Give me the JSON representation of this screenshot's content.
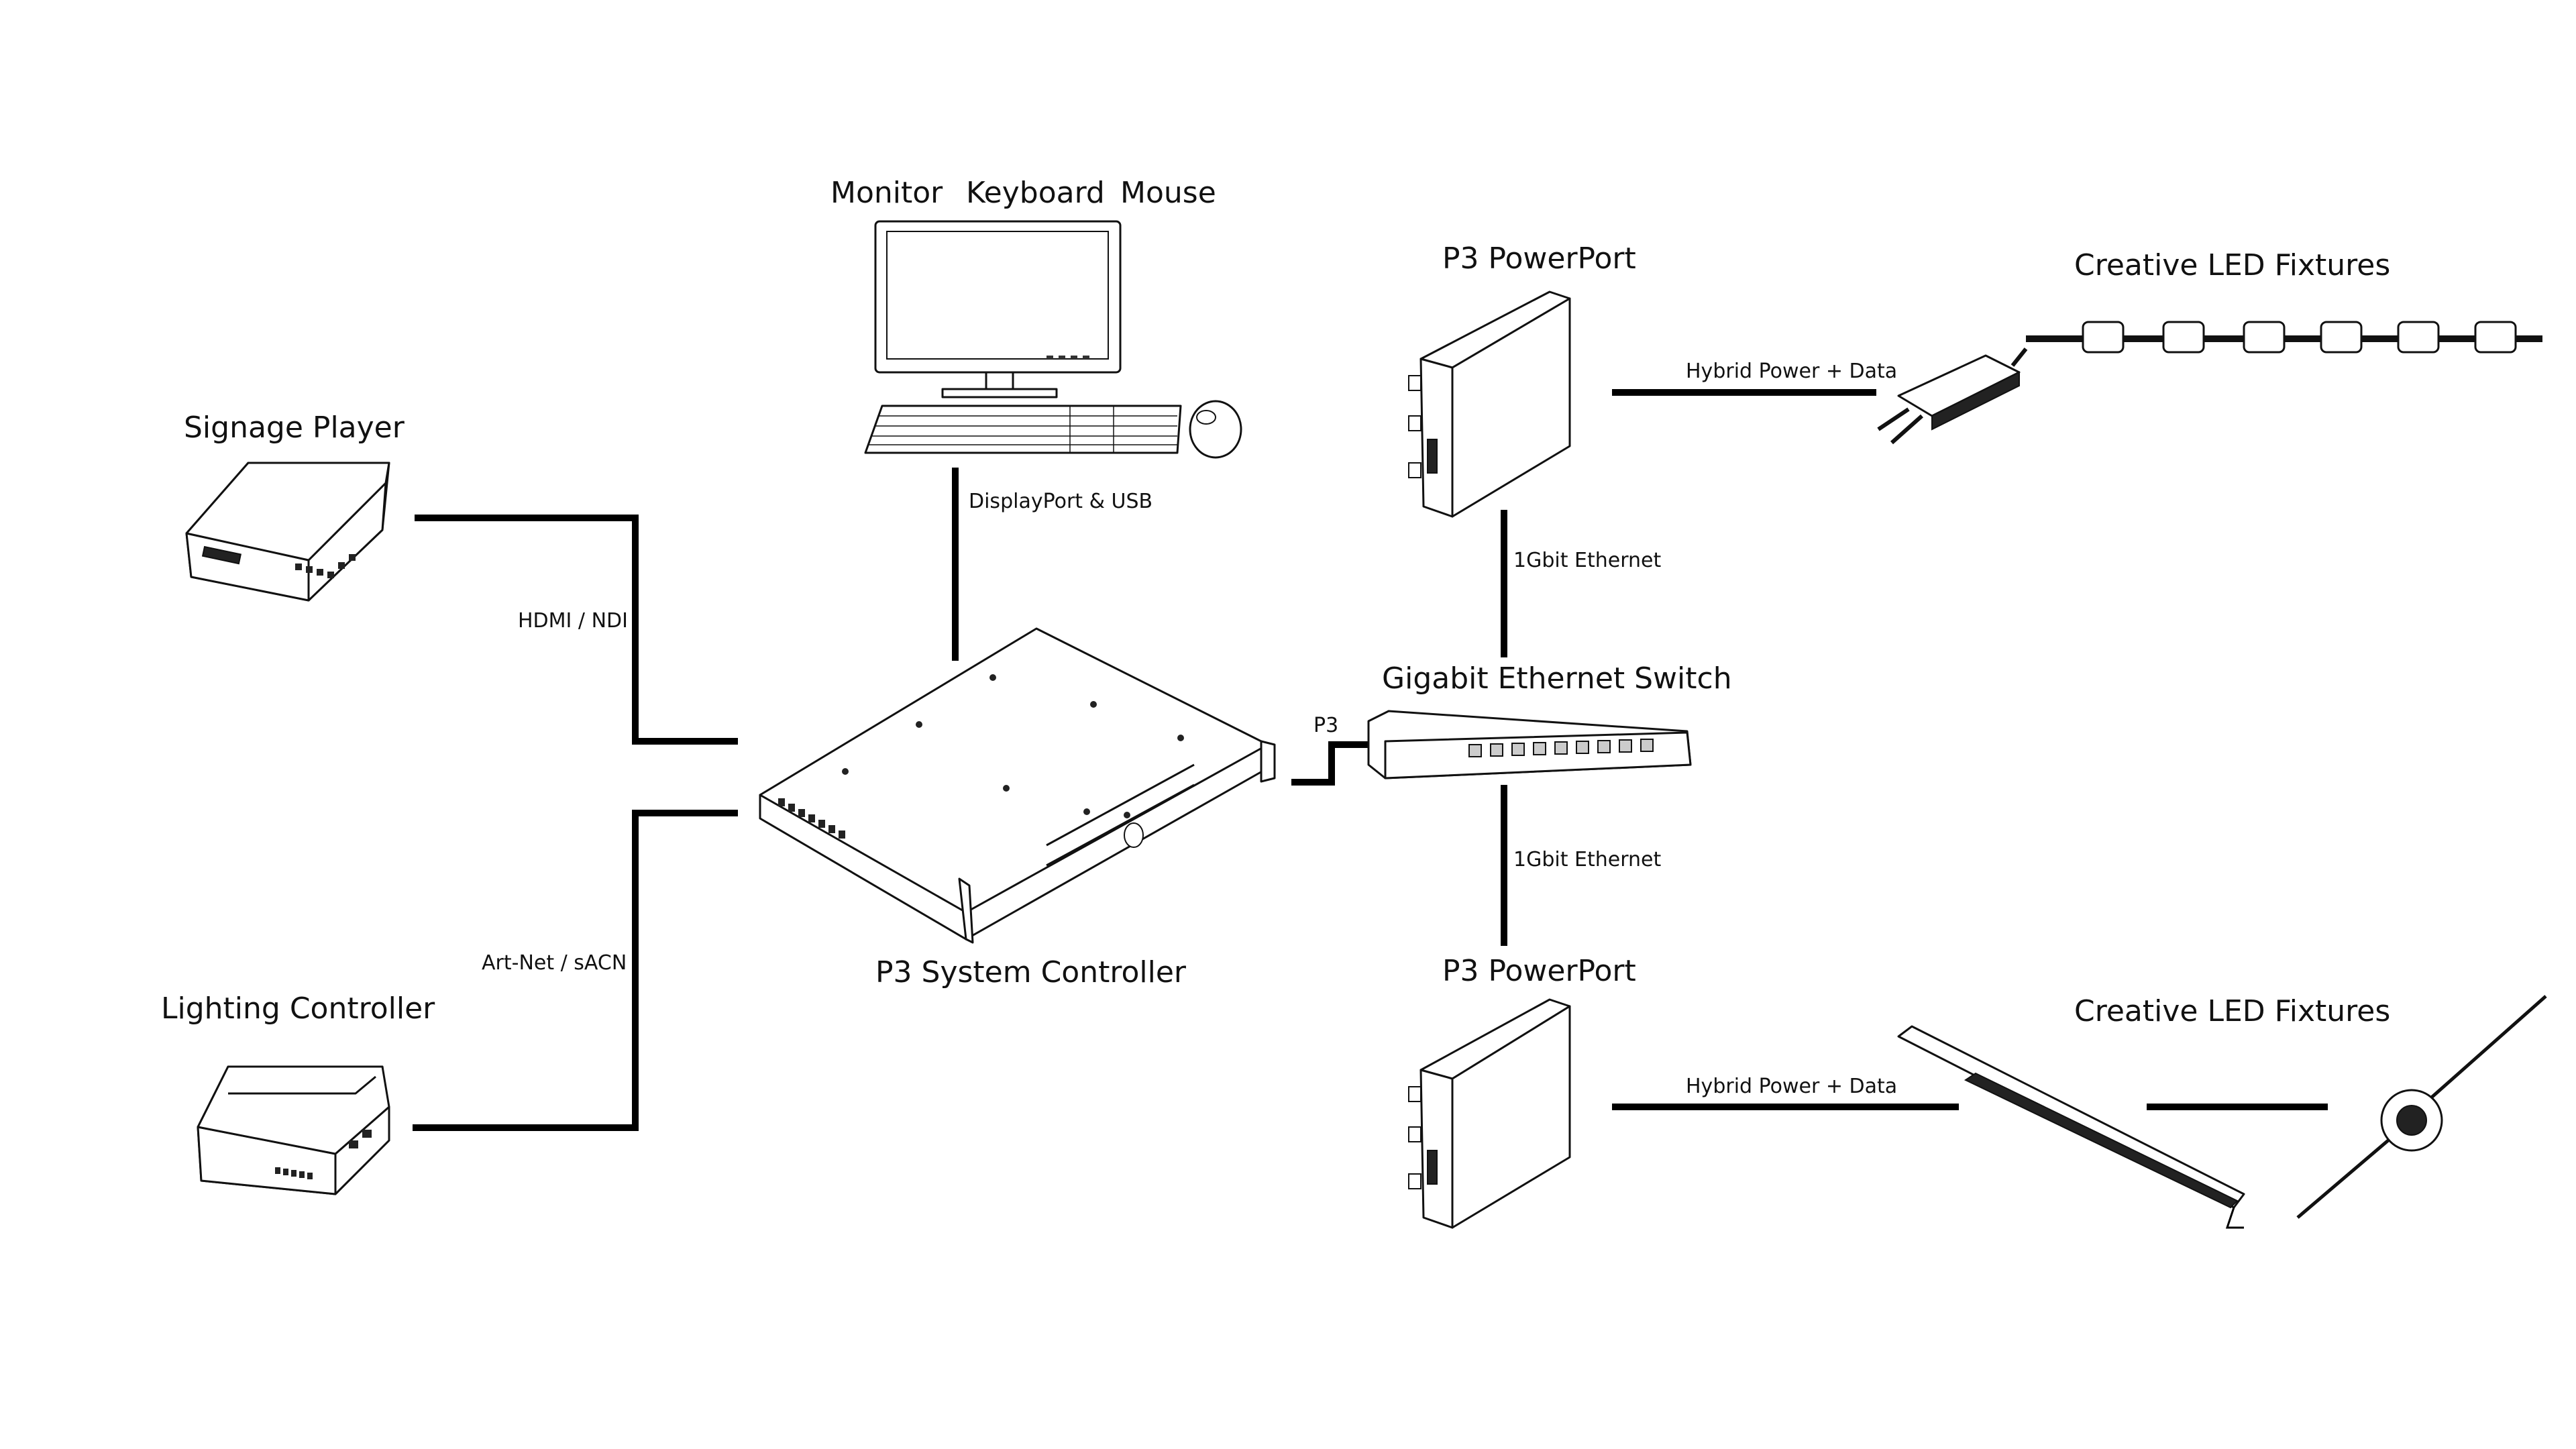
{
  "devices": {
    "signage_player": "Signage Player",
    "lighting_controller": "Lighting Controller",
    "monitor": "Monitor",
    "keyboard": "Keyboard",
    "mouse": "Mouse",
    "system_controller": "P3 System Controller",
    "powerport_top": "P3 PowerPort",
    "powerport_bottom": "P3 PowerPort",
    "switch": "Gigabit Ethernet Switch",
    "fixtures_top": "Creative LED Fixtures",
    "fixtures_bottom": "Creative LED Fixtures"
  },
  "connections": {
    "hdmi_ndi": "HDMI / NDI",
    "artnet_sacn": "Art-Net / sACN",
    "displayport_usb": "DisplayPort & USB",
    "p3": "P3",
    "ethernet_top": "1Gbit Ethernet",
    "ethernet_bottom": "1Gbit Ethernet",
    "hybrid_top": "Hybrid Power + Data",
    "hybrid_bottom": "Hybrid Power + Data"
  }
}
